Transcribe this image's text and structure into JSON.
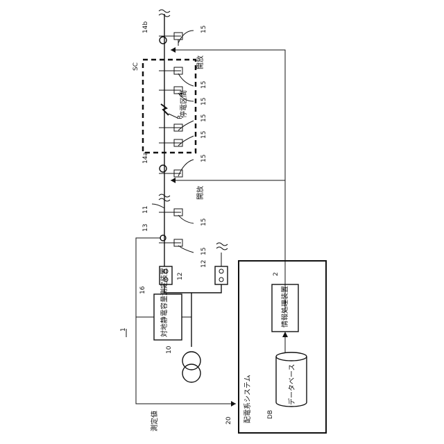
{
  "figure_ref": "1",
  "labels": {
    "transformer": "10",
    "switch_11": "11",
    "breaker_12_left": "12",
    "breaker_12_right": "12",
    "node_13": "13",
    "switch_14a": "14a",
    "switch_14b": "14b",
    "sensor_15": "15",
    "device_16": "16",
    "system_20": "20",
    "processor_2": "2",
    "section_sc": "SC",
    "fault_p": "P",
    "db": "DB"
  },
  "text": {
    "measuring_device": "対地静電容量測定装置",
    "distribution_system": "配電系システム",
    "info_processor": "情報処理装置",
    "database": "データベース",
    "outage_section": "停電区間",
    "open_top": "開放",
    "open_bottom": "開放",
    "measured_value": "測定値"
  }
}
